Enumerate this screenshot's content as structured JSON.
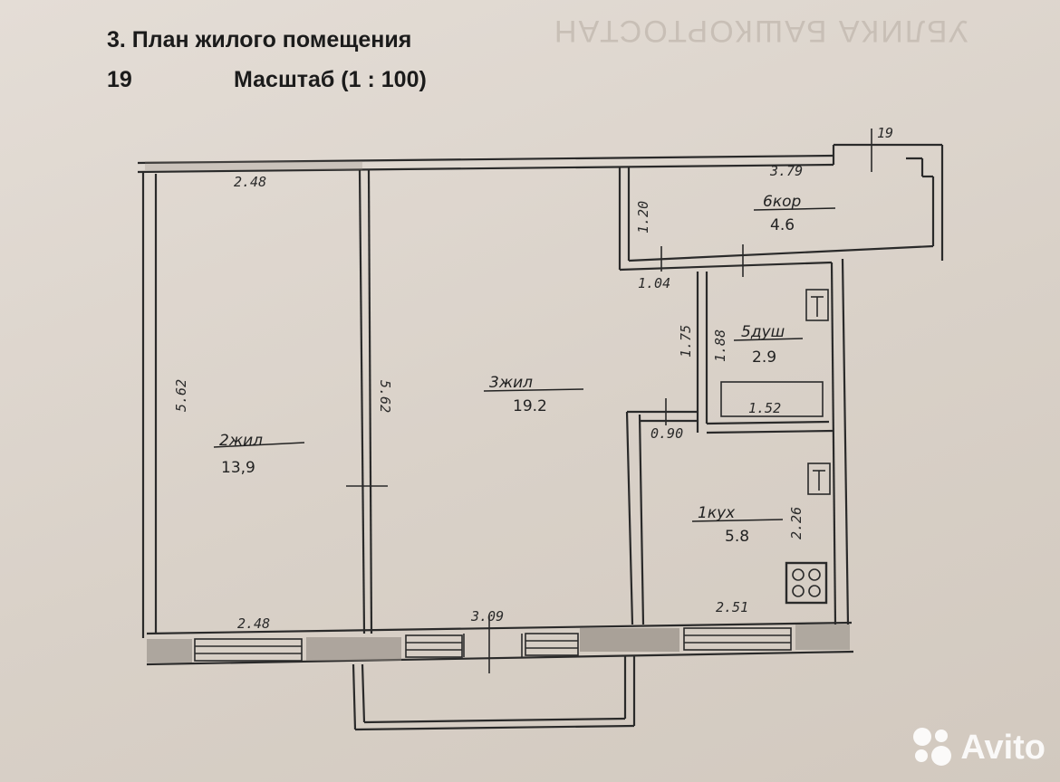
{
  "header": {
    "title": "3. План жилого помещения",
    "page_number": "19",
    "scale": "Масштаб (1 : 100)"
  },
  "background_text": "УБЛИКА БАШКОРТОСТАН",
  "rooms": [
    {
      "number_name": "2жил",
      "area": "13,9"
    },
    {
      "number_name": "3жил",
      "area": "19.2"
    },
    {
      "number_name": "6кор",
      "area": "4.6"
    },
    {
      "number_name": "5душ",
      "area": "2.9"
    },
    {
      "number_name": "1кух",
      "area": "5.8"
    }
  ],
  "dimensions": {
    "room2_top": "2.48",
    "room2_bottom": "2.48",
    "room2_height": "5.62",
    "room3_height": "5.62",
    "room3_bottom": "3.09",
    "corridor_width": "3.79",
    "corridor_height": "1.20",
    "corridor_extra": "19",
    "shower_top": "1.04",
    "shower_left": "1.75",
    "shower_height": "1.88",
    "bath": "1.52",
    "door": "0.90",
    "kitchen_height": "2.26",
    "kitchen_bottom": "2.51"
  },
  "watermark": {
    "text": "Avito",
    "icon": "avito-dots-icon"
  },
  "colors": {
    "paper": "#ddd5cd",
    "ink": "#2a2a2a",
    "watermark": "#ffffff"
  }
}
